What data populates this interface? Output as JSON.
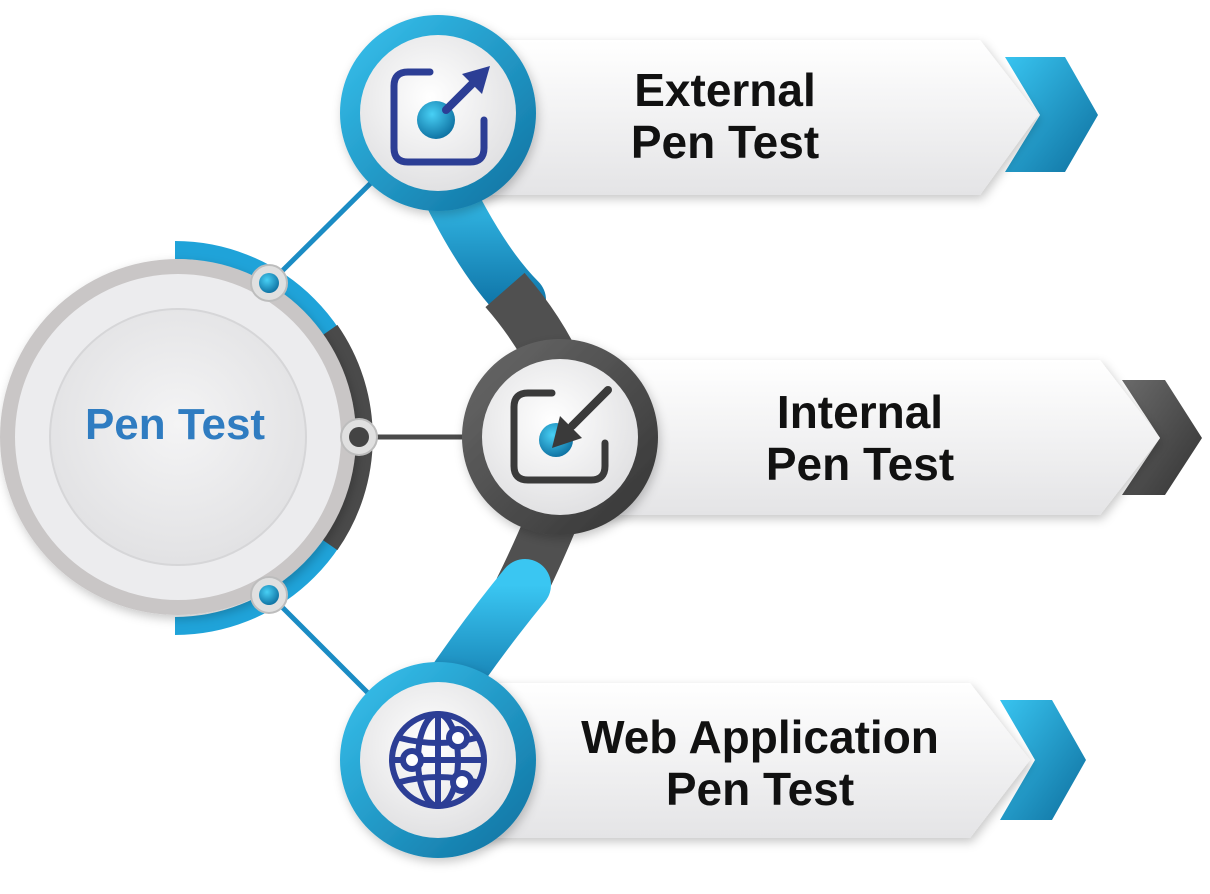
{
  "center": {
    "label": "Pen Test"
  },
  "branches": [
    {
      "line1": "External",
      "line2": "Pen Test",
      "icon": "external-arrow-icon",
      "accent": "#1fa3d9"
    },
    {
      "line1": "Internal",
      "line2": "Pen Test",
      "icon": "internal-arrow-icon",
      "accent": "#4a4a4a"
    },
    {
      "line1": "Web Application",
      "line2": "Pen Test",
      "icon": "globe-network-icon",
      "accent": "#1fa3d9"
    }
  ],
  "colors": {
    "blue": "#1fa3d9",
    "dark_blue": "#0e6f9e",
    "gray": "#4a4a4a",
    "navy": "#2c3e95",
    "center_text": "#2f7cc1"
  }
}
